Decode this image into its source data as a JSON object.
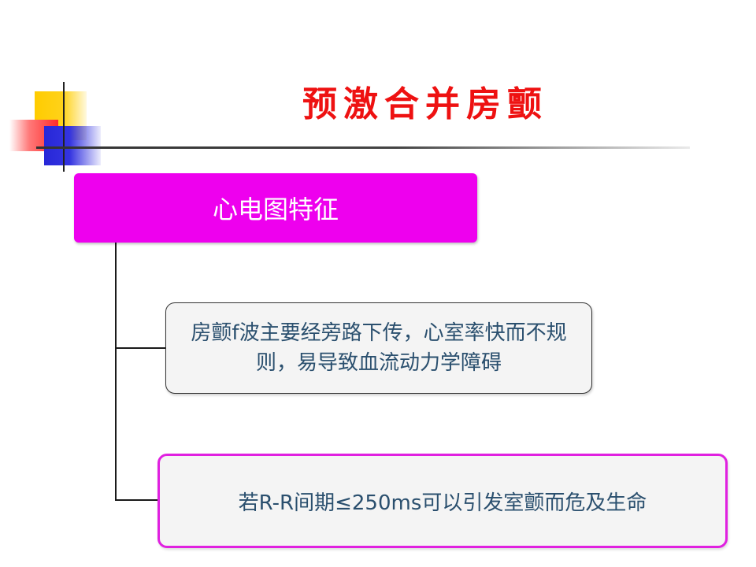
{
  "slide": {
    "title": "预激合并房颤",
    "header": "心电图特征",
    "point1": "房颤f波主要经旁路下传，心室率快而不规则，易导致血流动力学障碍",
    "point2": "若R-R间期≤250ms可以引发室颤而危及生命"
  },
  "colors": {
    "title": "#ee1111",
    "header_fill": "#ee00ee",
    "box2_border": "#e020e0",
    "body_text": "#2a4f6e"
  }
}
